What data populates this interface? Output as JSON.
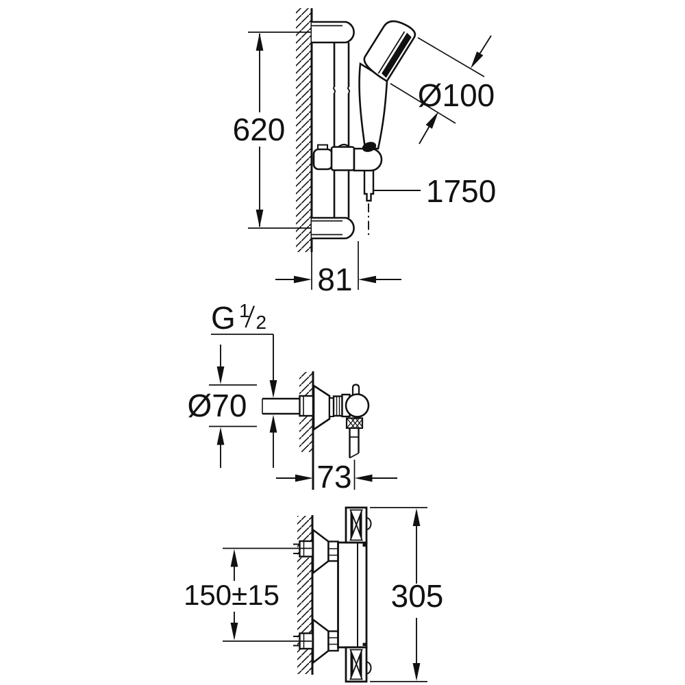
{
  "drawing": {
    "top_figure": {
      "rail_height": "620",
      "head_diameter": "Ø100",
      "hose_length": "1750",
      "wall_distance": "81"
    },
    "middle_figure": {
      "thread": {
        "prefix": "G",
        "numerator": "1",
        "denominator": "2"
      },
      "rosette_diameter": "Ø70",
      "wall_distance": "73"
    },
    "bottom_figure": {
      "connection_distance": "150±15",
      "total_height": "305"
    },
    "colors": {
      "line": "#111111",
      "background": "#ffffff"
    }
  }
}
